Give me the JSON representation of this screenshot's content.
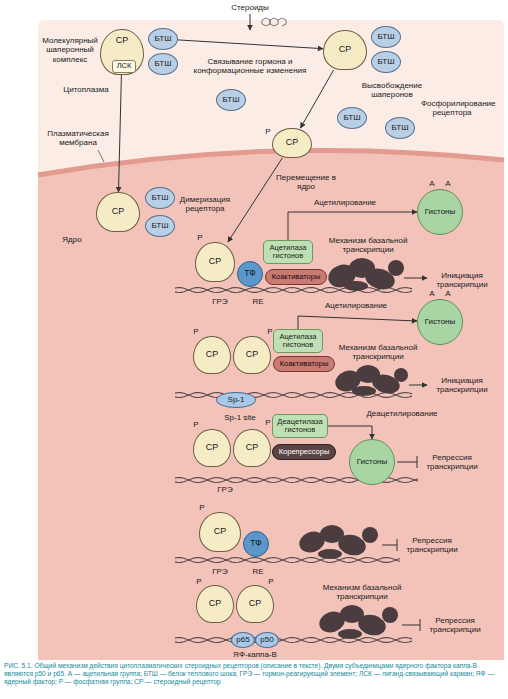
{
  "diagram": {
    "caption": "РИС. 5.1. Общий механизм действия цитоплазматических стероидных рецепторов (описание в тексте). Двумя субъединицами ядерного фактора каппа-В являются p50 и p65. А — ацетильная группа; БТШ — белок теплового шока; ГРЭ — гормон-реагирующий элемент; ЛСК — лиганд-связывающий карман; ЯФ — ядерный фактор; Р — фосфатная группа; СР — стероидный рецептор",
    "nodes": [
      {
        "text": [
          "СР"
        ]
      },
      {
        "text": [
          "БТШ"
        ]
      },
      {
        "text": [
          "ЛСК"
        ],
        "in": 0
      },
      {
        "text": [
          "БТШ"
        ]
      },
      {
        "text": [
          "СР"
        ]
      },
      {
        "text": [
          "БТШ"
        ]
      },
      {
        "text": [
          "БТШ"
        ]
      },
      {
        "text": [
          "БТШ"
        ]
      },
      {
        "text": [
          "СР"
        ]
      },
      {
        "text": [
          "БТШ"
        ]
      },
      {
        "text": [
          "БТШ"
        ]
      },
      {
        "text": [
          "СР"
        ]
      },
      {
        "text": [
          "БТШ"
        ]
      },
      {
        "text": [
          "БТШ"
        ]
      },
      {
        "text": [
          "СР"
        ]
      },
      {
        "text": [
          "ТФ"
        ]
      },
      {
        "text": [
          "Ацетилаза гистонов"
        ]
      },
      {
        "text": [
          "Коактиваторы"
        ]
      },
      {
        "text": [
          "Гистоны"
        ]
      },
      {
        "text": [
          "СР"
        ]
      },
      {
        "text": [
          "СР"
        ]
      },
      {
        "text": [
          "Ацетилаза гистонов"
        ]
      },
      {
        "text": [
          "Коактиваторы"
        ]
      },
      {
        "text": [
          "Гистоны"
        ]
      },
      {
        "text": [
          "Sp-1"
        ]
      },
      {
        "text": [
          "СР"
        ]
      },
      {
        "text": [
          "СР"
        ]
      },
      {
        "text": [
          "Деацетилаза гистонов"
        ]
      },
      {
        "text": [
          "Корепрессоры"
        ]
      },
      {
        "text": [
          "Гистоны"
        ]
      },
      {
        "text": [
          "СР"
        ]
      },
      {
        "text": [
          "ТФ"
        ]
      },
      {
        "text": [
          "СР"
        ]
      },
      {
        "text": [
          "СР"
        ]
      },
      {
        "text": [
          "p65"
        ]
      },
      {
        "text": [
          "p50"
        ]
      }
    ],
    "edges": [
      {
        "from": 1,
        "to": 4,
        "arrow": "to",
        "label": "Связывание гормона и конформационные изменения"
      },
      {
        "from": 4,
        "to": 8,
        "arrow": "to",
        "label": "Высвобождение шаперонов"
      },
      {
        "from": 8,
        "to": 14,
        "arrow": "to",
        "label": "Перемещение в ядро"
      },
      {
        "from": 0,
        "to": 11,
        "arrow": "to"
      },
      {
        "from": 16,
        "to": 18,
        "arrow": "to",
        "label": "Ацетилирование"
      },
      {
        "from": 21,
        "to": 23,
        "arrow": "to",
        "label": "Ацетилирование"
      },
      {
        "from": 27,
        "to": 29,
        "arrow": "to",
        "label": "Деацетилирование"
      }
    ],
    "labels": [
      "Стероиды",
      "Молекулярный шаперонный комплекс",
      "Цитоплазма",
      "P",
      "Фосфорилирование рецептора",
      "Плазматическая мембрана",
      "Димеризация рецептора",
      "Ядро",
      "P",
      "A",
      "A",
      "Механизм базальной транскрипции",
      "Инициация транскрипции",
      "ГРЭ",
      "RE",
      "P",
      "P",
      "A",
      "A",
      "Механизм базальной транскрипции",
      "Инициация транскрипции",
      "Sp-1 site",
      "P",
      "P",
      "Репрессия транскрипции",
      "ГРЭ",
      "P",
      "ГРЭ",
      "RE",
      "Репрессия транскрипции",
      "P",
      "P",
      "Механизм базальной транскрипции",
      "Репрессия транскрипции",
      "ЯФ-каппа-В"
    ]
  }
}
